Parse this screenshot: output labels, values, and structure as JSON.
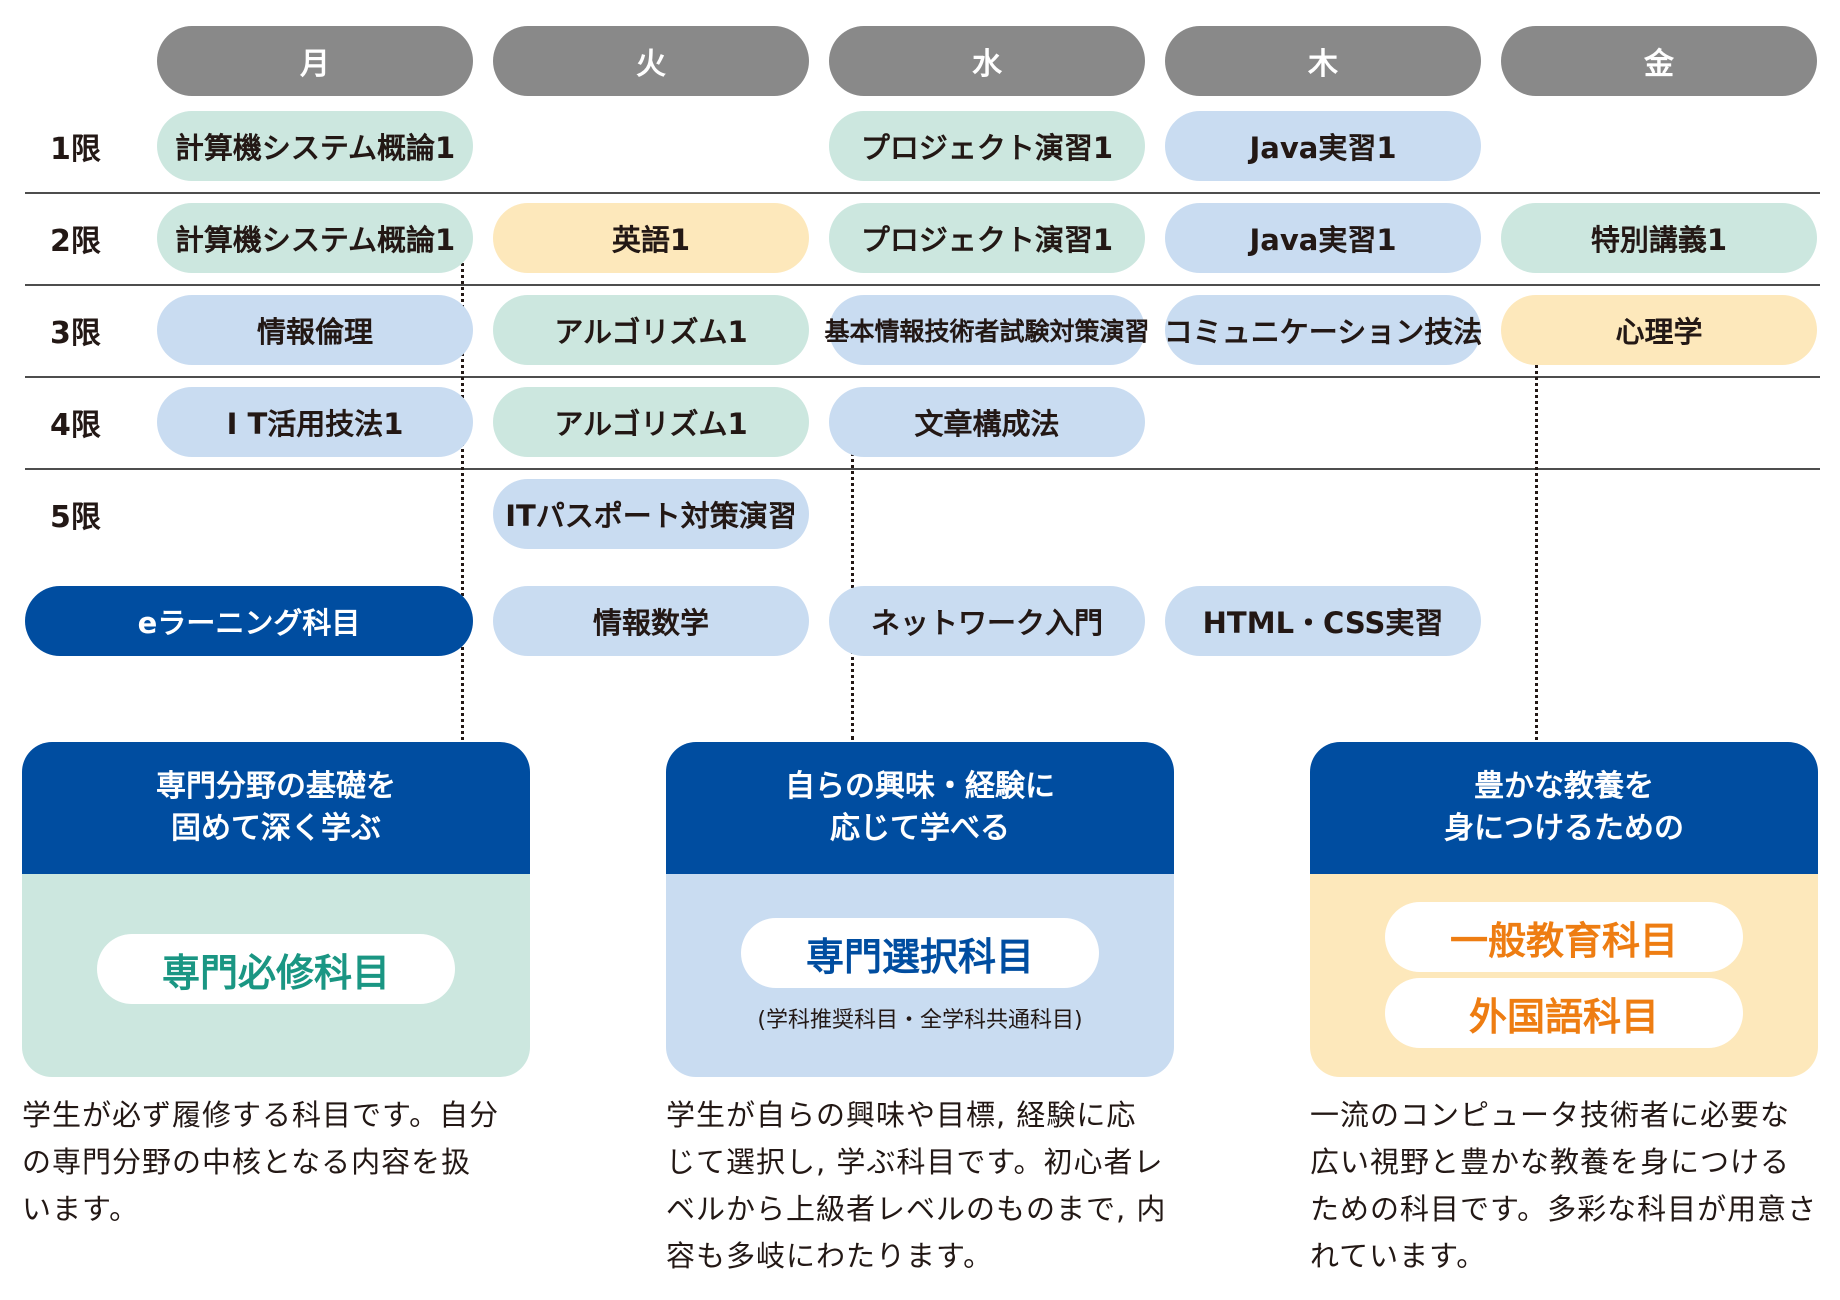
{
  "days": [
    "月",
    "火",
    "水",
    "木",
    "金"
  ],
  "periods": [
    "1限",
    "2限",
    "3限",
    "4限",
    "5限"
  ],
  "schedule": {
    "mon": [
      "計算機システム概論1",
      "計算機システム概論1",
      "情報倫理",
      "I T活用技法1"
    ],
    "tue": [
      "英語1",
      "アルゴリズム1",
      "アルゴリズム1",
      "ITパスポート対策演習"
    ],
    "wed": [
      "プロジェクト演習1",
      "プロジェクト演習1",
      "基本情報技術者試験対策演習",
      "文章構成法"
    ],
    "thu": [
      "Java実習1",
      "Java実習1",
      "コミュニケーション技法"
    ],
    "fri": [
      "特別講義1",
      "心理学"
    ]
  },
  "elearning": {
    "label": "eラーニング科目",
    "items": [
      "情報数学",
      "ネットワーク入門",
      "HTML・CSS実習"
    ]
  },
  "categories": [
    {
      "heading_line1": "専門分野の基礎を",
      "heading_line2": "固めて深く学ぶ",
      "badge": "専門必修科目",
      "desc_lines": [
        "学生が必ず履修する科目です。自分",
        "の専門分野の中核となる内容を扱",
        "います。"
      ]
    },
    {
      "heading_line1": "自らの興味・経験に",
      "heading_line2": "応じて学べる",
      "badge": "専門選択科目",
      "note": "(学科推奨科目・全学科共通科目)",
      "desc_lines": [
        "学生が自らの興味や目標, 経験に応",
        "じて選択し, 学ぶ科目です。初心者レ",
        "ベルから上級者レベルのものまで, 内",
        "容も多岐にわたります。"
      ]
    },
    {
      "heading_line1": "豊かな教養を",
      "heading_line2": "身につけるための",
      "badge1": "一般教育科目",
      "badge2": "外国語科目",
      "desc_lines": [
        "一流のコンピュータ技術者に必要な",
        "広い視野と豊かな教養を身につける",
        "ための科目です。多彩な科目が用意さ",
        "れています。"
      ]
    }
  ],
  "colors": {
    "required": "#cce7df",
    "required_text": "#1a9683",
    "elective": "#c9dcf1",
    "elective_text": "#004da0",
    "general": "#fde8bb",
    "general_text": "#ee7d12",
    "navy": "#004da0",
    "day_header": "#898989"
  }
}
